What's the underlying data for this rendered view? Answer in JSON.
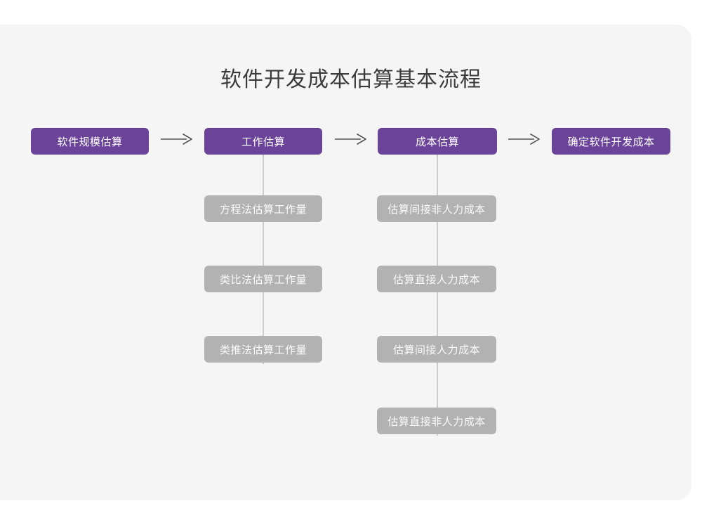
{
  "page": {
    "title": "软件开发成本估算基本流程",
    "background_color": "#ffffff",
    "card_color": "#f5f5f5",
    "primary_color": "#6b4399",
    "secondary_color": "#b2b2b2",
    "title_color": "#3b3b3b",
    "connector_color": "#cccccc",
    "arrow_color": "#555555"
  },
  "flow": {
    "stages": [
      {
        "id": "stage-1",
        "label": "软件规模估算",
        "substeps": []
      },
      {
        "id": "stage-2",
        "label": "工作估算",
        "substeps": [
          "方程法估算工作量",
          "类比法估算工作量",
          "类推法估算工作量"
        ]
      },
      {
        "id": "stage-3",
        "label": "成本估算",
        "substeps": [
          "估算间接非人力成本",
          "估算直接人力成本",
          "估算间接人力成本",
          "估算直接非人力成本"
        ]
      },
      {
        "id": "stage-4",
        "label": "确定软件开发成本",
        "substeps": []
      }
    ],
    "connectors": [
      {
        "from": "stage-1",
        "to": "stage-2",
        "icon": "arrow-right-icon"
      },
      {
        "from": "stage-2",
        "to": "stage-3",
        "icon": "arrow-right-icon"
      },
      {
        "from": "stage-3",
        "to": "stage-4",
        "icon": "arrow-right-icon"
      }
    ]
  }
}
